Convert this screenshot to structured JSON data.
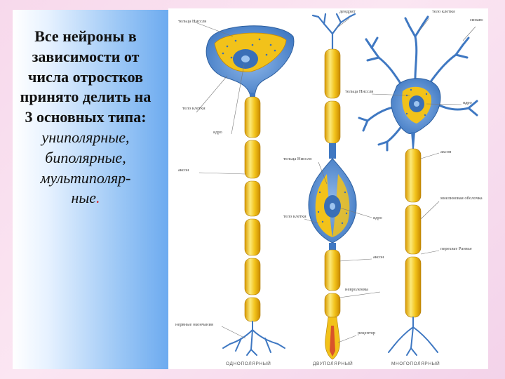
{
  "slide": {
    "text_bold": "Все нейроны в зависимости от числа отростков принято делить на 3 основных типа:",
    "types": [
      "униполярные,",
      "биполярные,",
      "мультиполяр-",
      "ные"
    ],
    "final_dot": "."
  },
  "figure": {
    "labels": {
      "nissl_top": "тельца Ниссля",
      "dendrite_top": "дендрит",
      "cell_body_top": "тело клетки",
      "synapse": "синапс",
      "cell_body_left": "тело клетки",
      "nucleus_left": "ядро",
      "axon_left": "аксон",
      "nissl_mid": "тельца Ниссля",
      "nucleus_right": "ядро",
      "nissl_bip": "тельца Ниссля",
      "cell_body_bip": "тело клетки",
      "nucleus_bip": "ядро",
      "axon_bip": "аксон",
      "axon_right": "аксон",
      "myelin": "миелиновая оболочка",
      "ranvier": "перехват Ранвье",
      "neurilemma": "невролемма",
      "receptor": "рецептор",
      "nerve_endings": "нервные окончания"
    },
    "captions": {
      "unipolar": "ОДНОПОЛЯРНЫЙ",
      "bipolar": "ДВУПОЛЯРНЫЙ",
      "multipolar": "МНОГОПОЛЯРНЫЙ"
    }
  },
  "colors": {
    "myelin": "#f2c21a",
    "myelin_light": "#fbe97a",
    "neuron_blue": "#4a86cf",
    "nucleus_dark": "#2e5f9e",
    "panel_blue": "#6aa9ef",
    "background_pink": "#f7d9ec",
    "accent_red": "#d62020"
  }
}
